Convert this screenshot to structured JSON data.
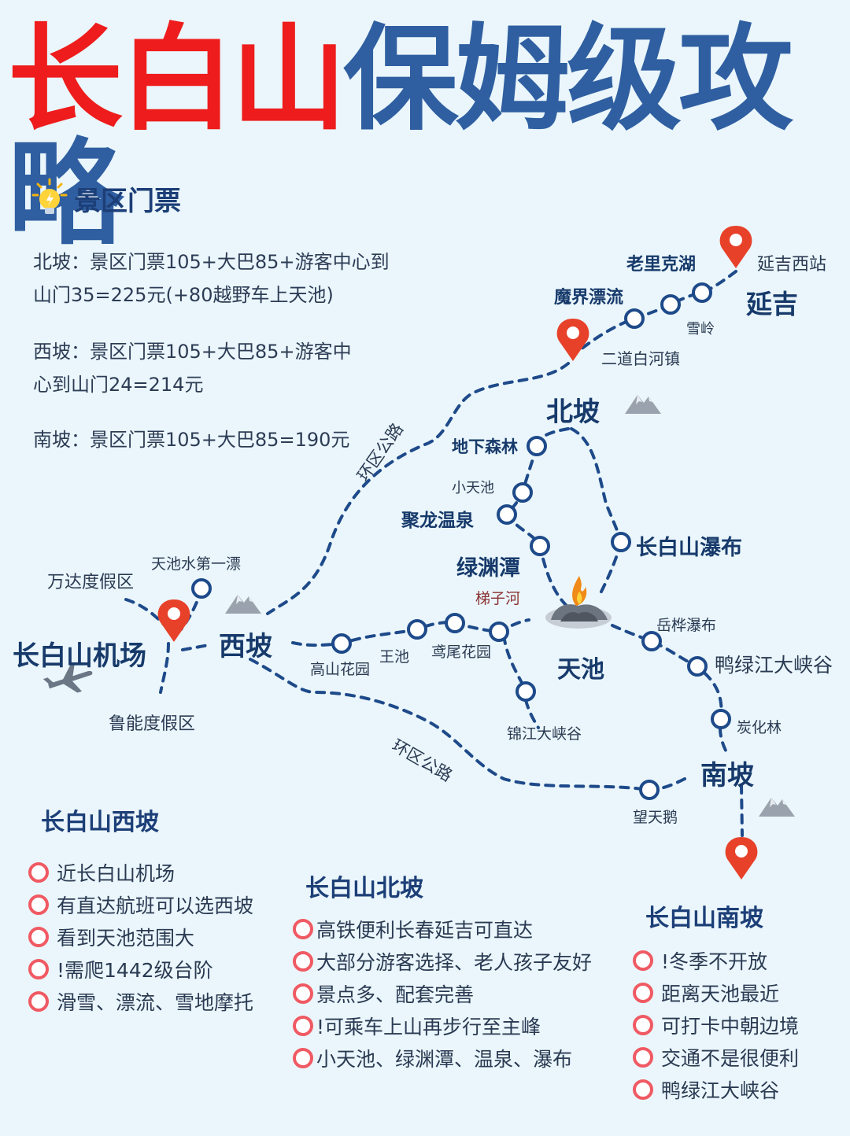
{
  "title": {
    "part1": "长白山",
    "part2": "保姆级攻略"
  },
  "colors": {
    "title_red": "#ee1c1c",
    "title_blue": "#2f5fa1",
    "route_blue": "#1e4a8a",
    "pin_red": "#e8412a",
    "bullet_pink": "#f05a63",
    "background": "#eaf6fb"
  },
  "tickets": {
    "heading": "景区门票",
    "north": [
      "北坡：景区门票105+大巴85+游客中心到",
      "山门35=225元(+80越野车上天池)"
    ],
    "west": [
      "西坡：景区门票105+大巴85+游客中",
      "心到山门24=214元"
    ],
    "south": [
      "南坡：景区门票105+大巴85=190元"
    ]
  },
  "map": {
    "icons": [
      "map-pin-icon",
      "mountain-icon",
      "airplane-icon",
      "volcano-fire-icon",
      "lightbulb-icon"
    ],
    "places": {
      "laolikehu": "老里克湖",
      "yanjixizhan": "延吉西站",
      "yanji": "延吉",
      "mojiepiaoliu": "魔界漂流",
      "xueling": "雪岭",
      "erdaobaihe": "二道白河镇",
      "beipo": "北坡",
      "dixiasenlin": "地下森林",
      "xiaotianchi": "小天池",
      "julongwenquan": "聚龙温泉",
      "lvyuantan": "绿渊潭",
      "pubu": "长白山瀑布",
      "tizihe": "梯子河",
      "tianchi": "天池",
      "yuehuapubu": "岳桦瀑布",
      "yalujiang": "鸭绿江大峡谷",
      "tanhualin": "炭化林",
      "nanpo": "南坡",
      "wangtiane": "望天鹅",
      "jinjiang": "锦江大峡谷",
      "yuanweihuayuan": "鸢尾花园",
      "wangchi": "王池",
      "gaoshanhuayuan": "高山花园",
      "xipo": "西坡",
      "jichang": "长白山机场",
      "wanda": "万达度假区",
      "tianchishui": "天池水第一漂",
      "luneng": "鲁能度假区",
      "huanqu1": "环区公路",
      "huanqu2": "环区公路"
    }
  },
  "sections": {
    "west": {
      "title": "长白山西坡",
      "items": [
        "近长白山机场",
        "有直达航班可以选西坡",
        "看到天池范围大",
        "!需爬1442级台阶",
        "滑雪、漂流、雪地摩托"
      ]
    },
    "north": {
      "title": "长白山北坡",
      "items": [
        "高铁便利长春延吉可直达",
        "大部分游客选择、老人孩子友好",
        "景点多、配套完善",
        "!可乘车上山再步行至主峰",
        "小天池、绿渊潭、温泉、瀑布"
      ]
    },
    "south": {
      "title": "长白山南坡",
      "items": [
        "!冬季不开放",
        "距离天池最近",
        "可打卡中朝边境",
        "交通不是很便利",
        "鸭绿江大峡谷"
      ]
    }
  }
}
